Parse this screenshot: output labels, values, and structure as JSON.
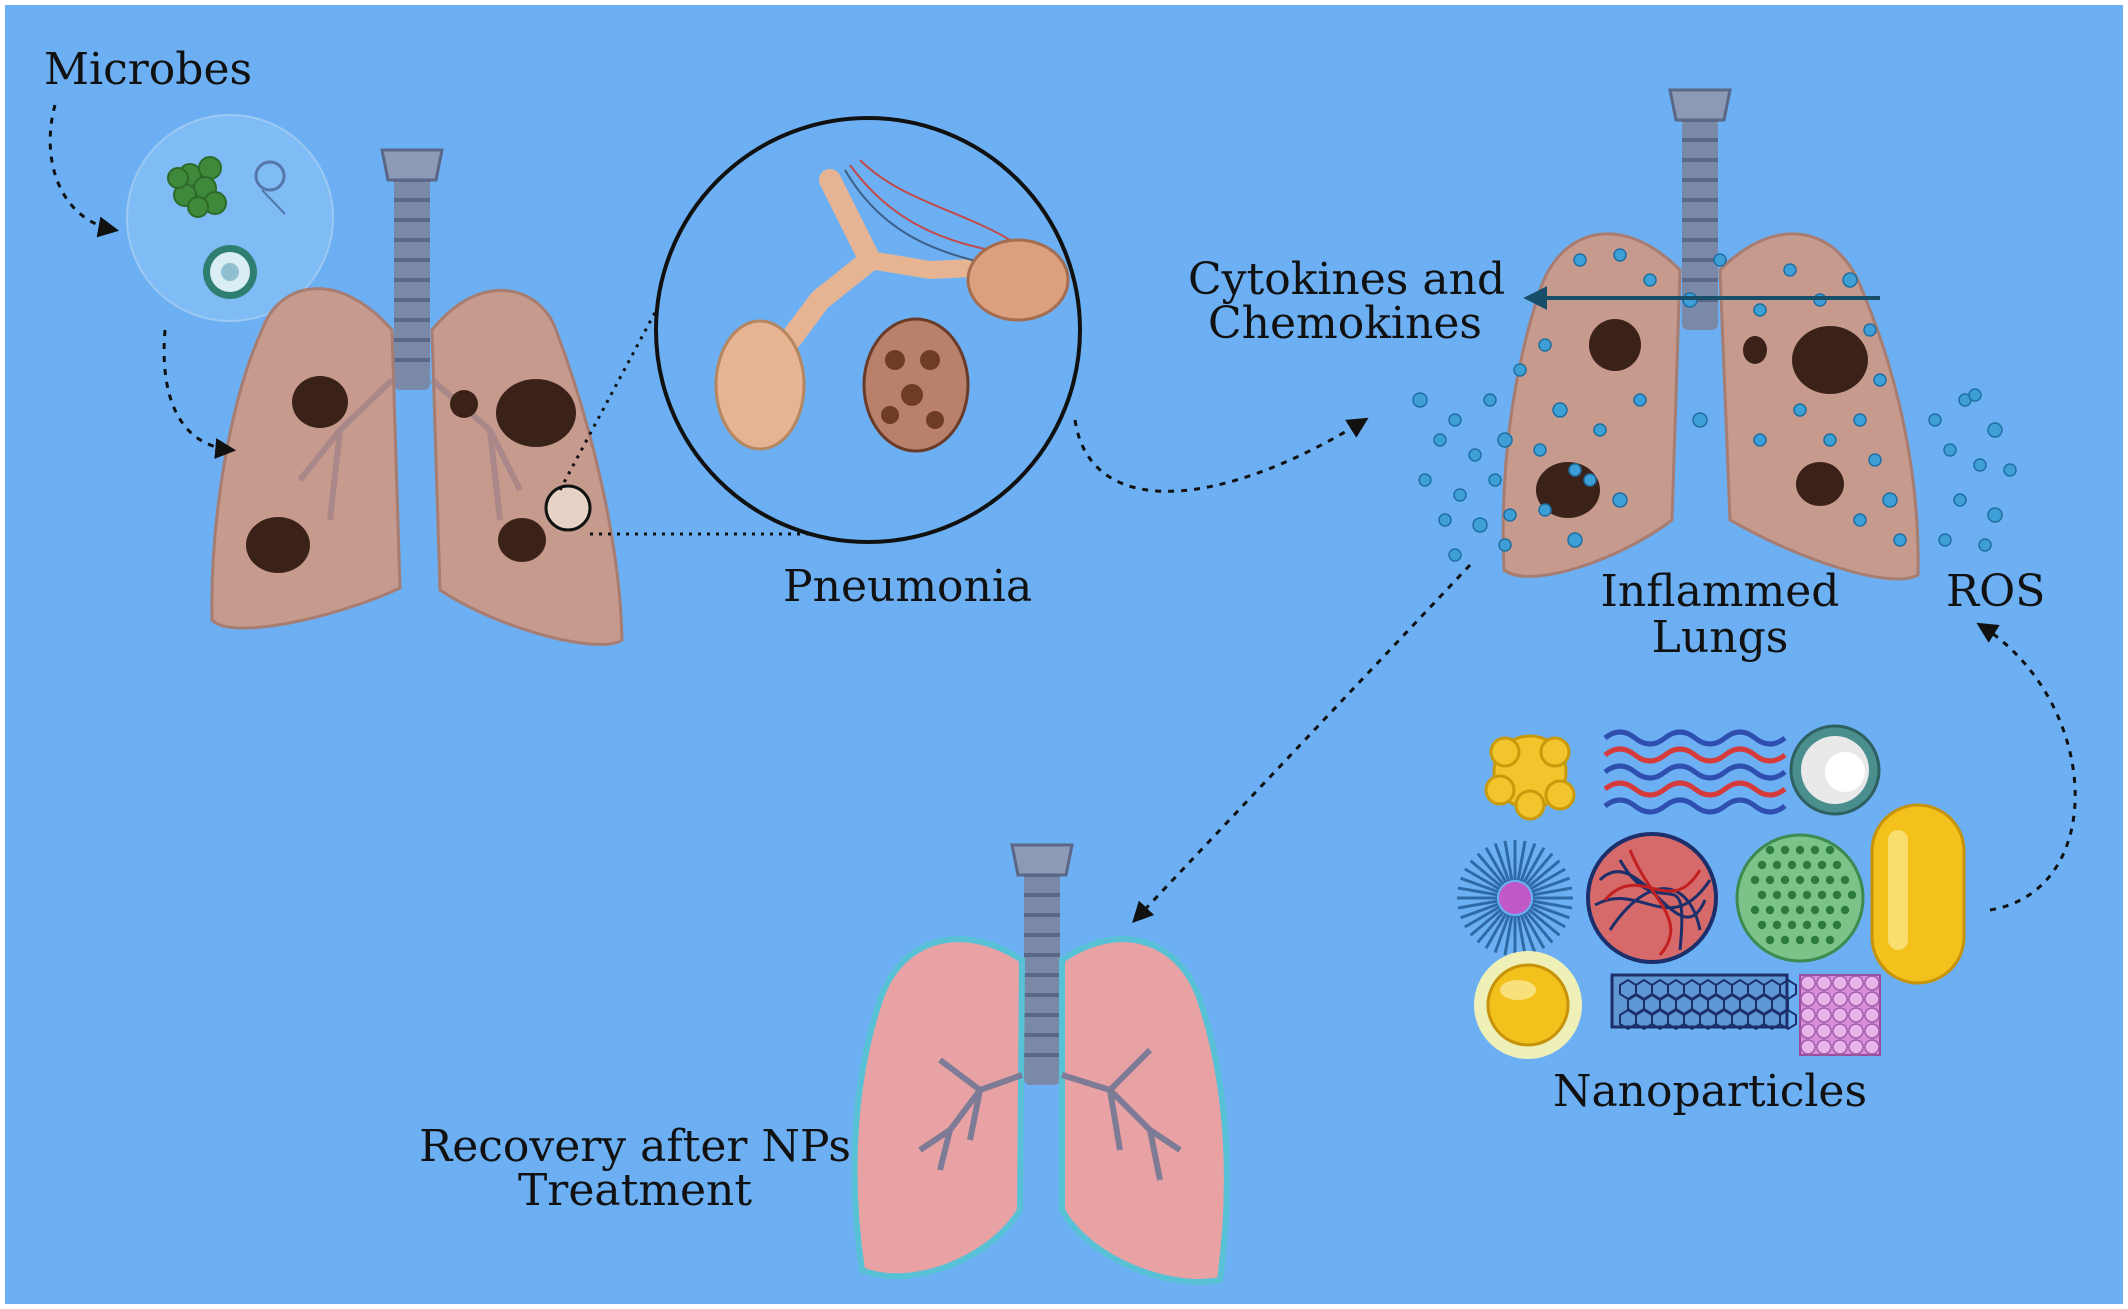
{
  "colors": {
    "background": "#6cb0f3",
    "lung_diseased": "#c79a8e",
    "lung_healthy": "#e9a2a4",
    "trachea": "#6f7f9e",
    "lesion": "#3b2219",
    "ros": "#3e9fd6",
    "arrow": "#111111",
    "cytokine_arrow": "#174f6b"
  },
  "labels": {
    "microbes": "Microbes",
    "pneumonia": "Pneumonia",
    "cytokines_line1": "Cytokines and",
    "cytokines_line2": "Chemokines",
    "inflamed_line1": "Inflammed",
    "inflamed_line2": "Lungs",
    "ros": "ROS",
    "nanoparticles": "Nanoparticles",
    "recovery_line1": "Recovery after NPs",
    "recovery_line2": "Treatment"
  },
  "icons": [
    "bacteria-cluster-icon",
    "fungus-icon",
    "virus-icon",
    "diseased-lungs-icon",
    "alveoli-magnifier-icon",
    "inflamed-lungs-icon",
    "healthy-lungs-icon",
    "nanoparticle-dendrimer-icon",
    "nanoparticle-polymer-chains-icon",
    "nanoparticle-liposome-icon",
    "nanoparticle-micelle-icon",
    "nanoparticle-polymer-ball-icon",
    "nanoparticle-porous-sphere-icon",
    "nanoparticle-capsule-icon",
    "nanoparticle-gold-icon",
    "nanoparticle-nanotube-icon",
    "nanoparticle-cube-icon"
  ]
}
